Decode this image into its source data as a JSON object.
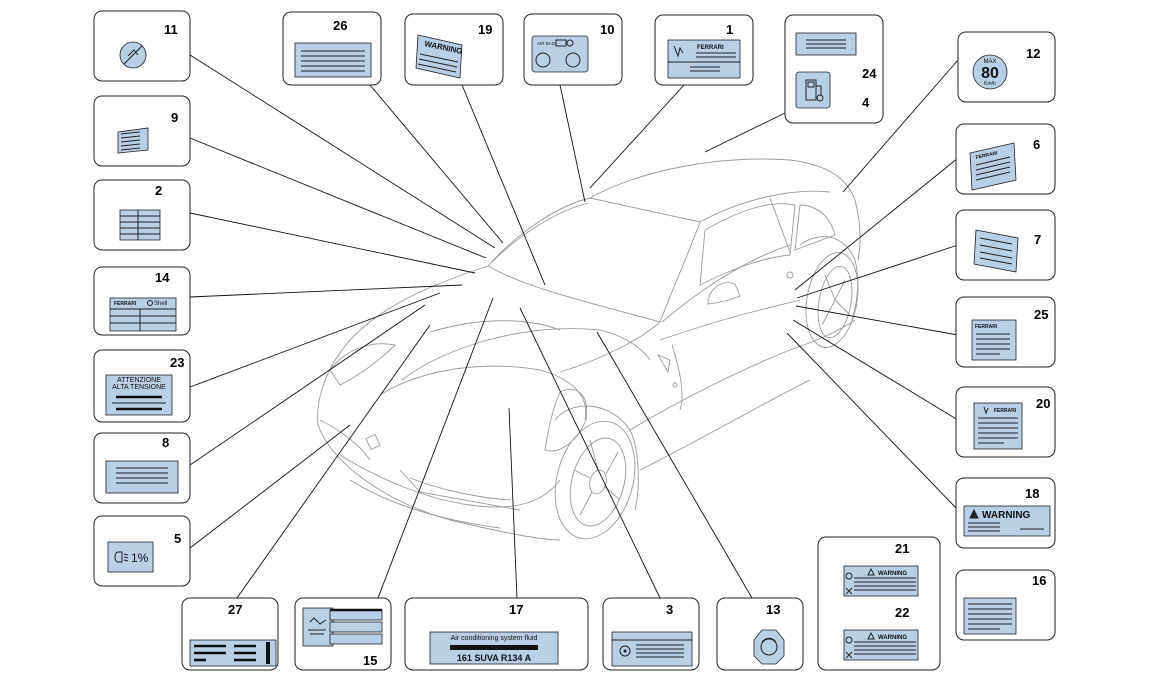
{
  "parts": [
    {
      "id": "11",
      "number": "11"
    },
    {
      "id": "26",
      "number": "26"
    },
    {
      "id": "19",
      "number": "19",
      "text": "WARNING"
    },
    {
      "id": "10",
      "number": "10",
      "text": "AIR BAG"
    },
    {
      "id": "1",
      "number": "1",
      "text": "FERRARI"
    },
    {
      "id": "24",
      "number": "24"
    },
    {
      "id": "4",
      "number": "4"
    },
    {
      "id": "12",
      "number": "12",
      "text_top": "MAX",
      "text_mid": "80",
      "text_bot": "Km/h"
    },
    {
      "id": "9",
      "number": "9"
    },
    {
      "id": "2",
      "number": "2"
    },
    {
      "id": "6",
      "number": "6",
      "text": "FERRARI"
    },
    {
      "id": "7",
      "number": "7"
    },
    {
      "id": "14",
      "number": "14",
      "text": "FERRARI",
      "text2": "Shell"
    },
    {
      "id": "25",
      "number": "25",
      "text": "FERRARI"
    },
    {
      "id": "23",
      "number": "23",
      "text": "ATTENZIONE",
      "text2": "ALTA TENSIONE"
    },
    {
      "id": "20",
      "number": "20",
      "text": "FERRARI"
    },
    {
      "id": "8",
      "number": "8"
    },
    {
      "id": "18",
      "number": "18",
      "text": "WARNING"
    },
    {
      "id": "5",
      "number": "5",
      "text": "1%"
    },
    {
      "id": "21",
      "number": "21",
      "text": "WARNING"
    },
    {
      "id": "22",
      "number": "22",
      "text": "WARNING"
    },
    {
      "id": "16",
      "number": "16"
    },
    {
      "id": "27",
      "number": "27"
    },
    {
      "id": "15",
      "number": "15"
    },
    {
      "id": "17",
      "number": "17",
      "text": "Air conditioning system fluid",
      "text2": "161 SUVA R134 A"
    },
    {
      "id": "3",
      "number": "3"
    },
    {
      "id": "13",
      "number": "13"
    }
  ]
}
